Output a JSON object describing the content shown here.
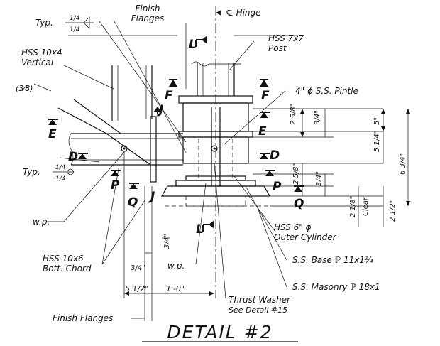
{
  "title": "DETAIL #2",
  "labels": {
    "finish_flanges_top": "Finish\nFlanges",
    "hinge_centerline": "℄ Hinge",
    "hss_7x7_post": "HSS 7x7\nPost",
    "hss_10x4_vertical": "HSS 10x4\nVertical",
    "ss_pintle": "4\" ϕ S.S. Pintle",
    "typ_top": "Typ.",
    "typ_mid": "Typ.",
    "weld_three_eighths": "(3⁄8)",
    "wp_left": "w.p.",
    "wp_bottom": "w.p.",
    "hss_6_outer_cylinder": "HSS 6\" ϕ\nOuter Cylinder",
    "ss_base_plate": "S.S. Base ℙ 11x1¼",
    "ss_masonry_plate": "S.S. Masonry ℙ 18x1",
    "thrust_washer": "Thrust Washer\nSee Detail #15",
    "hss_10x6_bott_chord": "HSS 10x6\nBott. Chord",
    "finish_flanges_bottom": "Finish Flanges"
  },
  "weld_fractions": [
    "1/4",
    "1/4",
    "1/4",
    "1/4"
  ],
  "section_marks": [
    "L",
    "L",
    "F",
    "F",
    "J",
    "J",
    "E",
    "E",
    "D",
    "D",
    "P",
    "P",
    "Q",
    "Q"
  ],
  "dimensions": {
    "right_2_5_8_top": "2 5/8\"",
    "right_3_4_top": "3/4\"",
    "right_5": "5\"",
    "right_5_1_4": "5 1/4\"",
    "right_6_3_4": "6 3/4\"",
    "right_2_5_8_bottom": "2 5/8\"",
    "right_3_4_bottom": "3/4\"",
    "right_2_1_8": "2 1/8\"",
    "right_clear": "Clear",
    "right_2_1_2": "2 1/2\"",
    "bottom_3_4_upper": "3/4\"",
    "bottom_3_4_lower": "3/4\"",
    "bottom_5_1_2": "5 1/2\"",
    "bottom_1_0": "1'-0\""
  },
  "colors": {
    "ink": "#111111",
    "paper": "#ffffff"
  }
}
